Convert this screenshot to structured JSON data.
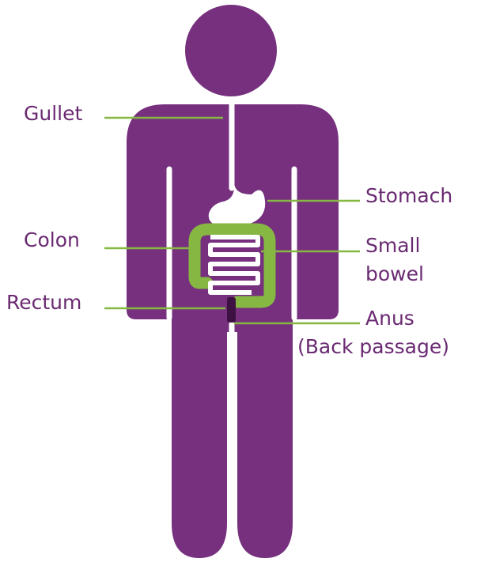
{
  "colors": {
    "body": "#76307e",
    "leader": "#86b742",
    "colon": "#86b742",
    "outline": "#ffffff",
    "label_text": "#6a2a72",
    "rectum_anus": "#3d1242"
  },
  "labels": {
    "gullet": "Gullet",
    "stomach": "Stomach",
    "colon": "Colon",
    "small_bowel_line1": "Small",
    "small_bowel_line2": "bowel",
    "rectum": "Rectum",
    "anus_line1": "Anus",
    "anus_line2": "(Back passage)"
  }
}
